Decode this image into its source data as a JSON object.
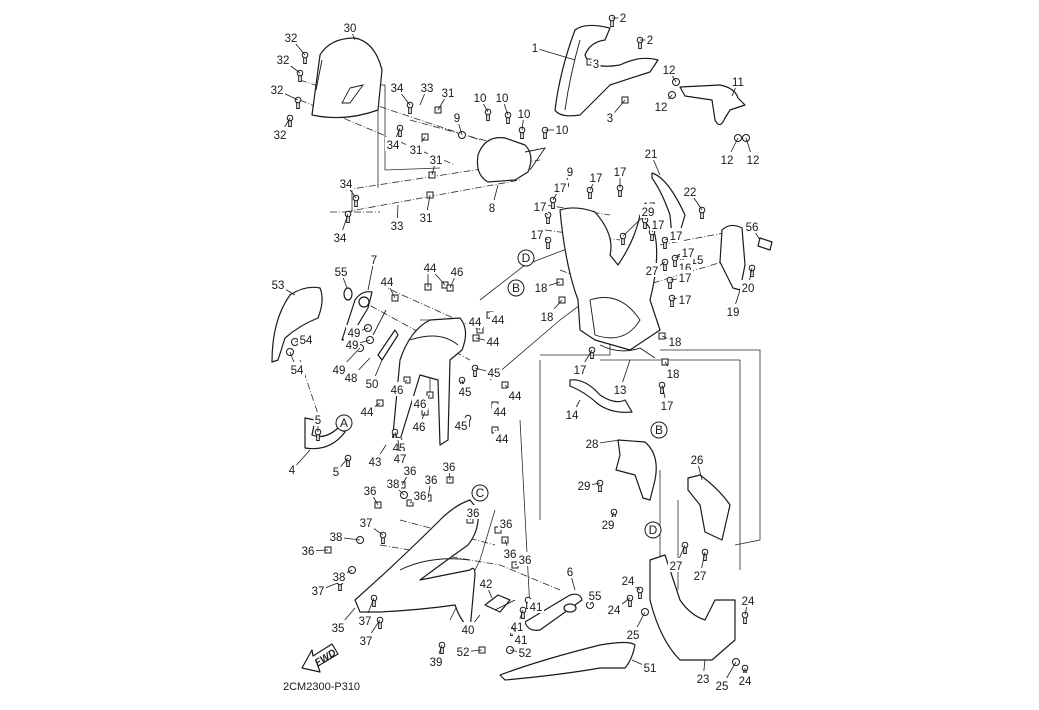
{
  "diagram": {
    "title_code": "2CM2300-P310",
    "fwd_label": "FWD",
    "colors": {
      "line": "#1a1a1a",
      "background": "#ffffff"
    },
    "reference_markers": [
      {
        "id": "A",
        "label": "A"
      },
      {
        "id": "B1",
        "label": "B"
      },
      {
        "id": "B2",
        "label": "B"
      },
      {
        "id": "C",
        "label": "C"
      },
      {
        "id": "D1",
        "label": "D"
      },
      {
        "id": "D2",
        "label": "D"
      }
    ],
    "callouts": [
      {
        "part": "1"
      },
      {
        "part": "2"
      },
      {
        "part": "2"
      },
      {
        "part": "3"
      },
      {
        "part": "3"
      },
      {
        "part": "4"
      },
      {
        "part": "5"
      },
      {
        "part": "5"
      },
      {
        "part": "6"
      },
      {
        "part": "7"
      },
      {
        "part": "8"
      },
      {
        "part": "9"
      },
      {
        "part": "9"
      },
      {
        "part": "10"
      },
      {
        "part": "10"
      },
      {
        "part": "10"
      },
      {
        "part": "10"
      },
      {
        "part": "11"
      },
      {
        "part": "12"
      },
      {
        "part": "12"
      },
      {
        "part": "12"
      },
      {
        "part": "12"
      },
      {
        "part": "13"
      },
      {
        "part": "14"
      },
      {
        "part": "15"
      },
      {
        "part": "16"
      },
      {
        "part": "17"
      },
      {
        "part": "17"
      },
      {
        "part": "17"
      },
      {
        "part": "17"
      },
      {
        "part": "17"
      },
      {
        "part": "17"
      },
      {
        "part": "17"
      },
      {
        "part": "17"
      },
      {
        "part": "17"
      },
      {
        "part": "17"
      },
      {
        "part": "17"
      },
      {
        "part": "17"
      },
      {
        "part": "17"
      },
      {
        "part": "18"
      },
      {
        "part": "18"
      },
      {
        "part": "18"
      },
      {
        "part": "18"
      },
      {
        "part": "19"
      },
      {
        "part": "20"
      },
      {
        "part": "21"
      },
      {
        "part": "22"
      },
      {
        "part": "23"
      },
      {
        "part": "24"
      },
      {
        "part": "24"
      },
      {
        "part": "24"
      },
      {
        "part": "24"
      },
      {
        "part": "25"
      },
      {
        "part": "25"
      },
      {
        "part": "26"
      },
      {
        "part": "27"
      },
      {
        "part": "27"
      },
      {
        "part": "27"
      },
      {
        "part": "28"
      },
      {
        "part": "29"
      },
      {
        "part": "29"
      },
      {
        "part": "29"
      },
      {
        "part": "30"
      },
      {
        "part": "31"
      },
      {
        "part": "31"
      },
      {
        "part": "31"
      },
      {
        "part": "31"
      },
      {
        "part": "32"
      },
      {
        "part": "32"
      },
      {
        "part": "32"
      },
      {
        "part": "32"
      },
      {
        "part": "33"
      },
      {
        "part": "33"
      },
      {
        "part": "34"
      },
      {
        "part": "34"
      },
      {
        "part": "34"
      },
      {
        "part": "34"
      },
      {
        "part": "35"
      },
      {
        "part": "36"
      },
      {
        "part": "36"
      },
      {
        "part": "36"
      },
      {
        "part": "36"
      },
      {
        "part": "36"
      },
      {
        "part": "36"
      },
      {
        "part": "36"
      },
      {
        "part": "36"
      },
      {
        "part": "36"
      },
      {
        "part": "36"
      },
      {
        "part": "37"
      },
      {
        "part": "37"
      },
      {
        "part": "37"
      },
      {
        "part": "37"
      },
      {
        "part": "38"
      },
      {
        "part": "38"
      },
      {
        "part": "38"
      },
      {
        "part": "39"
      },
      {
        "part": "40"
      },
      {
        "part": "41"
      },
      {
        "part": "41"
      },
      {
        "part": "41"
      },
      {
        "part": "42"
      },
      {
        "part": "43"
      },
      {
        "part": "44"
      },
      {
        "part": "44"
      },
      {
        "part": "44"
      },
      {
        "part": "44"
      },
      {
        "part": "44"
      },
      {
        "part": "44"
      },
      {
        "part": "44"
      },
      {
        "part": "44"
      },
      {
        "part": "44"
      },
      {
        "part": "44"
      },
      {
        "part": "45"
      },
      {
        "part": "45"
      },
      {
        "part": "45"
      },
      {
        "part": "45"
      },
      {
        "part": "45"
      },
      {
        "part": "46"
      },
      {
        "part": "46"
      },
      {
        "part": "46"
      },
      {
        "part": "46"
      },
      {
        "part": "47"
      },
      {
        "part": "48"
      },
      {
        "part": "49"
      },
      {
        "part": "49"
      },
      {
        "part": "49"
      },
      {
        "part": "50"
      },
      {
        "part": "51"
      },
      {
        "part": "52"
      },
      {
        "part": "52"
      },
      {
        "part": "53"
      },
      {
        "part": "54"
      },
      {
        "part": "54"
      },
      {
        "part": "55"
      },
      {
        "part": "55"
      },
      {
        "part": "56"
      }
    ]
  }
}
